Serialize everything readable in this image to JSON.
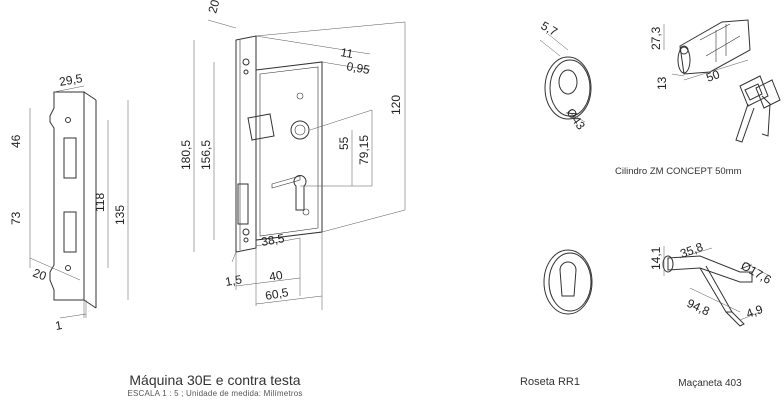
{
  "captions": {
    "main_title": "Máquina 30E e contra testa",
    "main_subtitle": "ESCALA 1 : 5 ; Unidade de medida: Milímetros",
    "roseta": "Roseta RR1",
    "macaneta": "Maçaneta 403",
    "cilindro": "Cilindro ZM CONCEPT 50mm"
  },
  "strike_plate": {
    "dims": [
      "29,5",
      "46",
      "73",
      "118",
      "135",
      "20",
      "1"
    ]
  },
  "lock_body": {
    "dims": [
      "20",
      "11",
      "0,95",
      "120",
      "180,5",
      "156,5",
      "55",
      "79,15",
      "38,5",
      "1,5",
      "40",
      "60,5"
    ]
  },
  "rosette_round": {
    "dims": [
      "5,7",
      "Ø43"
    ]
  },
  "cylinder": {
    "dims": [
      "27,3",
      "13",
      "50"
    ]
  },
  "handle": {
    "dims": [
      "35,8",
      "14,1",
      "Ø17,6",
      "94,8",
      "4,9"
    ]
  }
}
